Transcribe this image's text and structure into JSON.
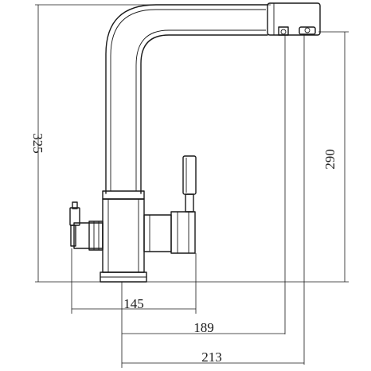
{
  "dimensions": {
    "overall_height": "325",
    "outlet_height": "290",
    "left_width": "145",
    "middle_width": "189",
    "total_width": "213"
  },
  "colors": {
    "line": "#1a1a1a",
    "background": "#ffffff"
  }
}
